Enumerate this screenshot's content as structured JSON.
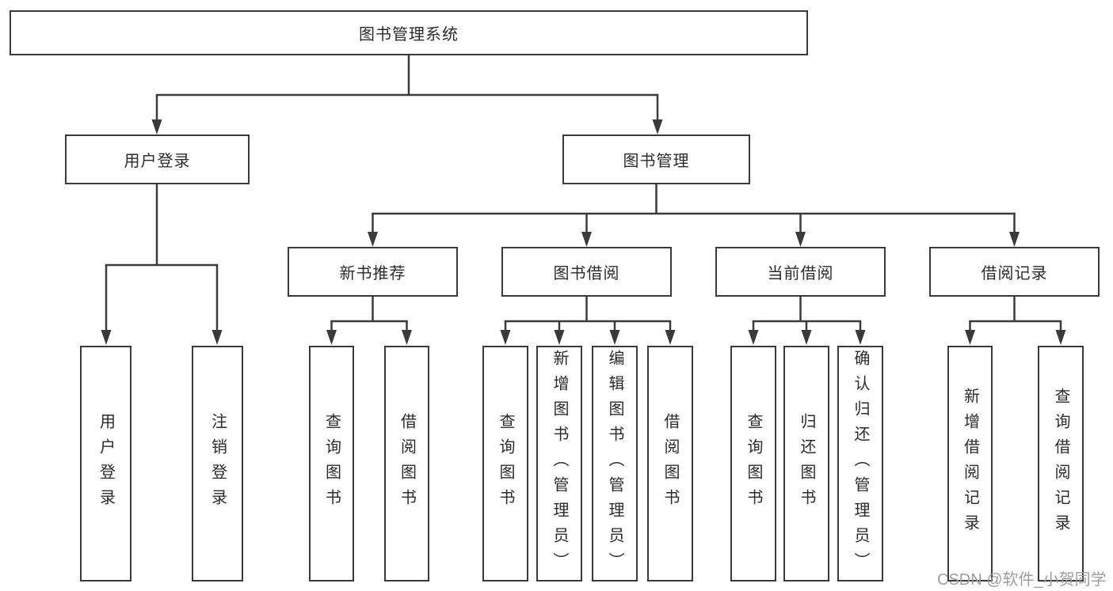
{
  "diagram": {
    "root": {
      "label": "图书管理系统"
    },
    "branches": [
      {
        "label": "用户登录",
        "children": [
          {
            "label": "用户登录"
          },
          {
            "label": "注销登录"
          }
        ]
      },
      {
        "label": "图书管理",
        "groups": [
          {
            "label": "新书推荐",
            "children": [
              {
                "label": "查询图书"
              },
              {
                "label": "借阅图书"
              }
            ]
          },
          {
            "label": "图书借阅",
            "children": [
              {
                "label": "查询图书"
              },
              {
                "label": "新增图书（管理员）"
              },
              {
                "label": "编辑图书（管理员）"
              },
              {
                "label": "借阅图书"
              }
            ]
          },
          {
            "label": "当前借阅",
            "children": [
              {
                "label": "查询图书"
              },
              {
                "label": "归还图书"
              },
              {
                "label": "确认归还（管理员）"
              }
            ]
          },
          {
            "label": "借阅记录",
            "children": [
              {
                "label": "新增借阅记录"
              },
              {
                "label": "查询借阅记录"
              }
            ]
          }
        ]
      }
    ]
  },
  "watermark": {
    "text": "CSDN @软件_小贺同学"
  },
  "colors": {
    "line": "#3a3a3a",
    "box_border": "#3a3a3a",
    "text": "#2b2b2b",
    "watermark": "#9e9e9e",
    "background": "#ffffff"
  }
}
